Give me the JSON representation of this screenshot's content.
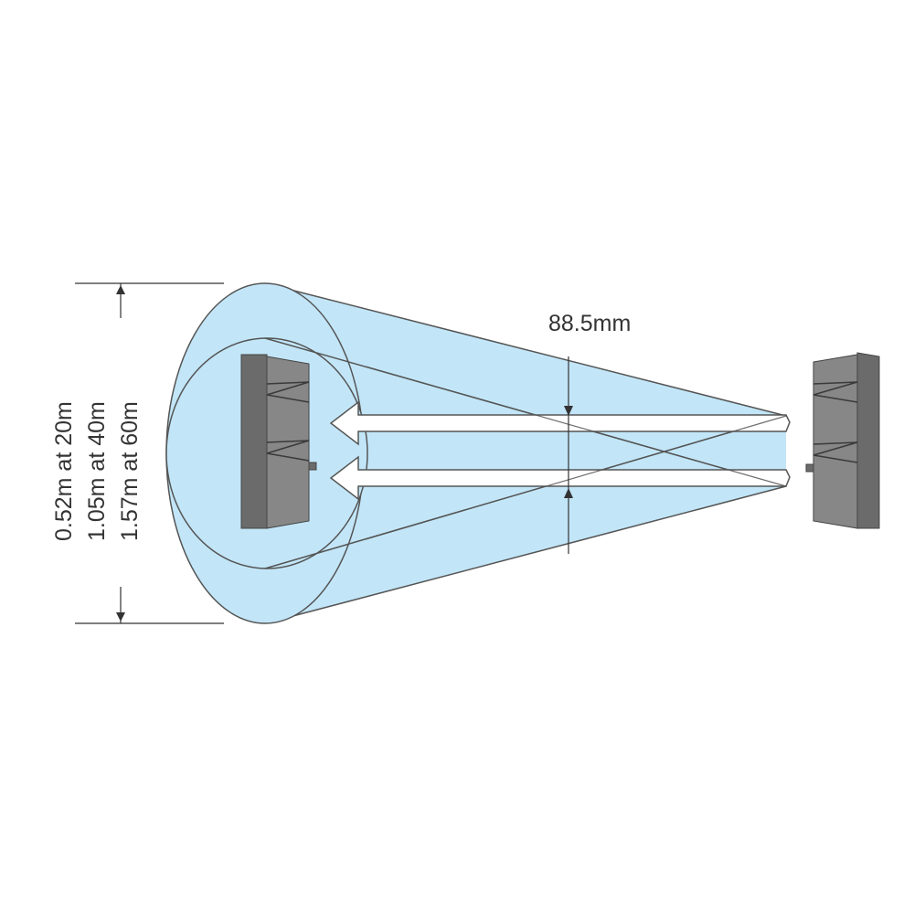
{
  "diagram": {
    "beam_spacing_label": "88.5mm",
    "beam_diameters": [
      "0.52m at 20m",
      "1.05m at 40m",
      "1.57m at 60m"
    ],
    "colors": {
      "beam_fill": "#c2e6f8",
      "outline": "#555555",
      "device_body": "#6b6b6b",
      "device_face": "#8a8a8a",
      "arrow_fill": "#ffffff"
    }
  }
}
